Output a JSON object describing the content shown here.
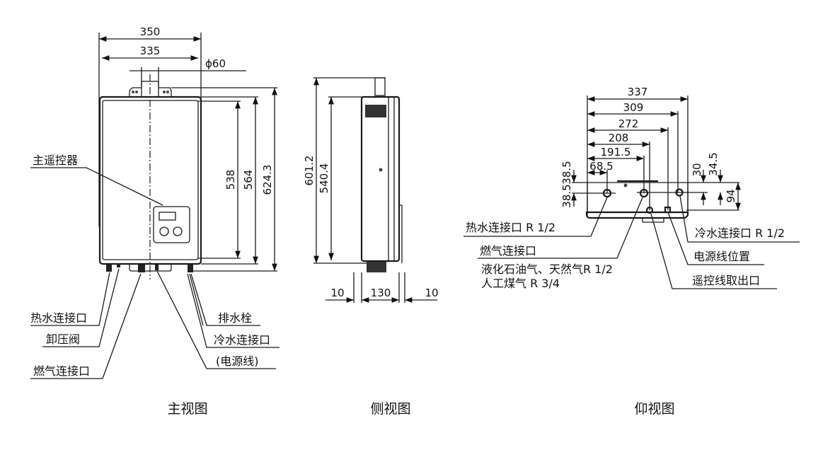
{
  "front_view": {
    "caption": "主视图",
    "dims": {
      "width_outer": "350",
      "width_inner": "335",
      "flue_diameter": "ϕ60",
      "h1": "538",
      "h2": "564",
      "h3": "624.3"
    },
    "labels": {
      "remote": "主遥控器",
      "hot_water": "热水连接口",
      "relief_valve": "卸压阀",
      "gas": "燃气连接口",
      "drain": "排水栓",
      "cold_water": "冷水连接口",
      "power": "(电源线)"
    }
  },
  "side_view": {
    "caption": "侧视图",
    "dims": {
      "h_total": "601.2",
      "h_body": "540.4",
      "left": "10",
      "depth": "130",
      "right": "10"
    }
  },
  "bottom_view": {
    "caption": "仰视图",
    "dims": {
      "d337": "337",
      "d309": "309",
      "d272": "272",
      "d208": "208",
      "d191": "191.5",
      "d68": "68.5",
      "v38": "38.5",
      "v30": "30",
      "v34": "34.5",
      "v94": "94"
    },
    "labels": {
      "hot_water": "热水连接口 R 1/2",
      "gas": "燃气连接口",
      "gas_lpg": "液化石油气、天然气R 1/2",
      "gas_town": "人工煤气 R 3/4",
      "cold_water": "冷水连接口 R 1/2",
      "power": "电源线位置",
      "remote_cable": "遥控线取出口"
    }
  }
}
